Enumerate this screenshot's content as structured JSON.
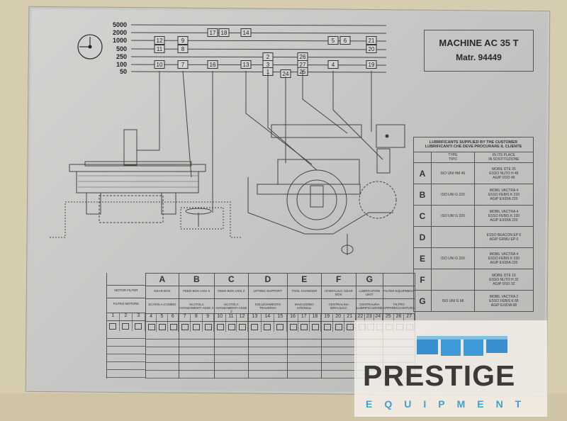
{
  "plate": {
    "title": "MACHINE AC 35 T",
    "serial": "Matr. 94449"
  },
  "speed_chart": {
    "dial_icon": "clock-dial-icon",
    "speeds": [
      "5000",
      "2000",
      "1000",
      "500",
      "250",
      "100",
      "50"
    ],
    "boxes": [
      {
        "label": "12",
        "speed": "1000"
      },
      {
        "label": "11",
        "speed": "500"
      },
      {
        "label": "10",
        "speed": "100"
      },
      {
        "label": "9",
        "speed": "1000"
      },
      {
        "label": "8",
        "speed": "500"
      },
      {
        "label": "7",
        "speed": "100"
      },
      {
        "label": "17",
        "speed": "2000"
      },
      {
        "label": "18",
        "speed": "2000"
      },
      {
        "label": "16",
        "speed": "100"
      },
      {
        "label": "14",
        "speed": "2000"
      },
      {
        "label": "13",
        "speed": "100"
      },
      {
        "label": "2",
        "speed": "250"
      },
      {
        "label": "3",
        "speed": "100"
      },
      {
        "label": "1",
        "speed": "50"
      },
      {
        "label": "24",
        "speed": "50"
      },
      {
        "label": "26",
        "speed": "250"
      },
      {
        "label": "27",
        "speed": "100"
      },
      {
        "label": "25",
        "speed": "50"
      },
      {
        "label": "5",
        "speed": "1000"
      },
      {
        "label": "6",
        "speed": "1000"
      },
      {
        "label": "4",
        "speed": "100"
      },
      {
        "label": "21",
        "speed": "1000"
      },
      {
        "label": "20",
        "speed": "500"
      },
      {
        "label": "19",
        "speed": "100"
      }
    ]
  },
  "lubricants": {
    "title": "LUBRIFICANTS SUPPLIED BY THE CUSTOMER",
    "subtitle": "LUBRIFICANTI CHE DEVE PROCURARE IL CLIENTE",
    "col_type": "TYPE",
    "col_type_it": "TIPO",
    "col_place": "IN ITS PLACE",
    "col_place_it": "IN SOSTITUZIONE",
    "rows": [
      {
        "letter": "A",
        "type": "ISO UNI HM 46",
        "place": [
          "MOBIL DTE 25",
          "ESSO NUTO H 46",
          "AGIP OSO 46"
        ]
      },
      {
        "letter": "B",
        "type": "ISO UNI G 220",
        "place": [
          "MOBIL VACTRA 4",
          "ESSO FEBIS K 220",
          "AGIP EXIDIA 220"
        ]
      },
      {
        "letter": "C",
        "type": "ISO UNI G 220",
        "place": [
          "MOBIL VACTRA 4",
          "ESSO FEBIS K 220",
          "AGIP EXIDIA 220"
        ]
      },
      {
        "letter": "D",
        "type": "",
        "place": [
          "ESSO BEACON EP 0",
          "AGIP GRMU EP 0",
          ""
        ]
      },
      {
        "letter": "E",
        "type": "ISO UNI G 220",
        "place": [
          "MOBIL VACTRA 4",
          "ESSO FEBIS K 220",
          "AGIP EXIDIA 220"
        ]
      },
      {
        "letter": "F",
        "type": "",
        "place": [
          "MOBIL DTE 15",
          "ESSO NUTO H 32",
          "AGIP OSO 32"
        ]
      },
      {
        "letter": "G",
        "type": "ISO UNI G 68",
        "place": [
          "MOBIL VACTRA 2",
          "ESSO FEBIS K 68",
          "AGIP EXIDIA 68"
        ]
      }
    ]
  },
  "points_table": {
    "groups": [
      {
        "letter": "",
        "en": "MOTOR FILTER",
        "it": "FILTRO MOTORE",
        "points": [
          "1",
          "2",
          "3"
        ]
      },
      {
        "letter": "A",
        "en": "GEAR BOX",
        "it": "SCATOLA CAMBIO",
        "points": [
          "4",
          "5",
          "6"
        ]
      },
      {
        "letter": "B",
        "en": "FEED BOX AXIS X",
        "it": "SCATOLA AVANZAMENTI ASSE X",
        "points": [
          "7",
          "8",
          "9"
        ]
      },
      {
        "letter": "C",
        "en": "FEED BOX AXIS Z",
        "it": "SCATOLA AVANZAMENTI ASSE Z",
        "points": [
          "10",
          "11",
          "12"
        ]
      },
      {
        "letter": "D",
        "en": "LIFTING SUPPORT",
        "it": "SOLLEVAMENTO TRAVERSA",
        "points": [
          "13",
          "14",
          "15"
        ]
      },
      {
        "letter": "E",
        "en": "TOOL CHANGER",
        "it": "MAGAZZINO UTENSILI",
        "points": [
          "16",
          "17",
          "18"
        ]
      },
      {
        "letter": "F",
        "en": "HYDRAULIC GEAR BOX",
        "it": "CENTRALINA IDRAULICA",
        "points": [
          "19",
          "20",
          "21"
        ]
      },
      {
        "letter": "G",
        "en": "LUBRICATION UNIT",
        "it": "CENTRALINA LUBRIFICAZIONE",
        "points": [
          "22",
          "23",
          "24"
        ]
      },
      {
        "letter": "",
        "en": "FILTER EQUIPMENT",
        "it": "FILTRO APPARECCHIATURA",
        "points": [
          "25",
          "26",
          "27"
        ]
      }
    ]
  },
  "watermark": {
    "brand": "PRESTIGE",
    "sub": "EQUIPMENT",
    "colors": {
      "brand": "#3b3a39",
      "accent": "#3f9fcf"
    }
  }
}
